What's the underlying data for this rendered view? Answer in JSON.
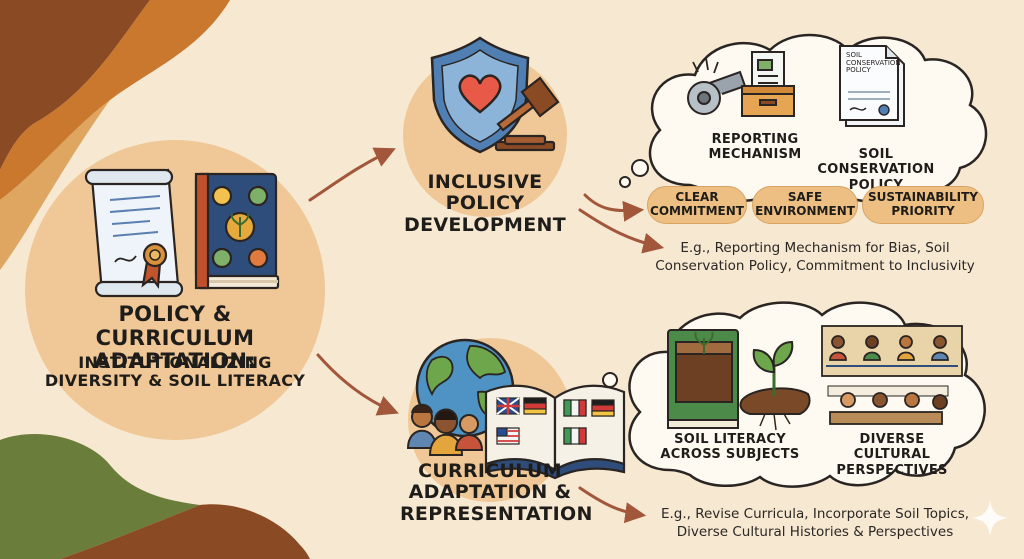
{
  "main": {
    "title_line1": "POLICY & CURRICULUM",
    "title_line2": "ADAPTATION:",
    "subtitle_line1": "INSTITUTIONALIZING",
    "subtitle_line2": "DIVERSITY & SOIL LITERACY"
  },
  "policy_branch": {
    "title_line1": "INCLUSIVE POLICY",
    "title_line2": "DEVELOPMENT",
    "cloud": {
      "item1_line1": "REPORTING",
      "item1_line2": "MECHANISM",
      "item2_line1": "SOIL CONSERVATION",
      "item2_line2": "POLICY",
      "doc_text_line1": "SOIL",
      "doc_text_line2": "CONSERVATION",
      "doc_text_line3": "POLICY"
    },
    "pills": [
      {
        "line1": "CLEAR",
        "line2": "COMMITMENT"
      },
      {
        "line1": "SAFE",
        "line2": "ENVIRONMENT"
      },
      {
        "line1": "SUSTAINABILITY",
        "line2": "PRIORITY"
      }
    ],
    "example_line1": "E.g., Reporting Mechanism for Bias, Soil",
    "example_line2": "Conservation Policy, Commitment to Inclusivity"
  },
  "curriculum_branch": {
    "title_line1": "CURRICULUM",
    "title_line2": "ADAPTATION &",
    "title_line3": "REPRESENTATION",
    "cloud": {
      "item1_line1": "SOIL LITERACY",
      "item1_line2": "ACROSS SUBJECTS",
      "item2_line1": "DIVERSE CULTURAL",
      "item2_line2": "PERSPECTIVES"
    },
    "example_line1": "E.g., Revise Curricula, Incorporate Soil Topics,",
    "example_line2": "Diverse Cultural Histories & Perspectives"
  },
  "icons": [
    "diploma-icon",
    "book-icon",
    "shield-heart-icon",
    "gavel-icon",
    "whistle-icon",
    "ballot-box-icon",
    "policy-document-icon",
    "globe-icon",
    "people-icon",
    "open-book-flags-icon",
    "soil-book-icon",
    "sprout-icon",
    "cultural-timeline-icon",
    "sparkle-icon"
  ],
  "colors": {
    "background": "#f7e8d2",
    "circle": "#f0c898",
    "arrow": "#a2563a",
    "pill": "#edbf82",
    "blob_brown": "#8a4a24",
    "blob_orange": "#c9782e",
    "blob_green": "#6b7d3b"
  }
}
